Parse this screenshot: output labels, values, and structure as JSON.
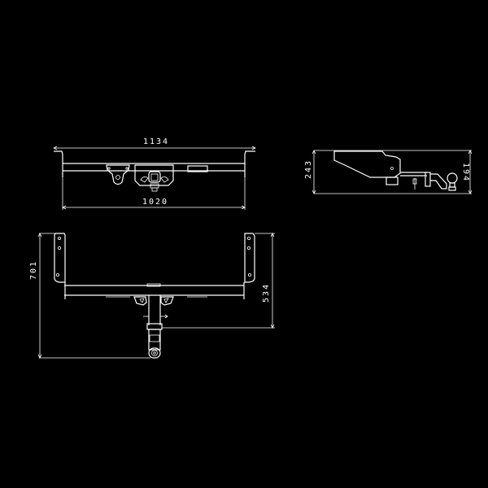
{
  "drawing": {
    "background": "#000000",
    "line_color": "#ffffff",
    "views": {
      "top_view": {
        "dimensions": {
          "overall_width": "1134",
          "mount_width": "1020"
        }
      },
      "side_view": {
        "dimensions": {
          "overall_height": "243",
          "ball_height": "194"
        }
      },
      "front_view": {
        "dimensions": {
          "overall_height": "701",
          "bracket_to_pin": "534"
        }
      }
    }
  }
}
